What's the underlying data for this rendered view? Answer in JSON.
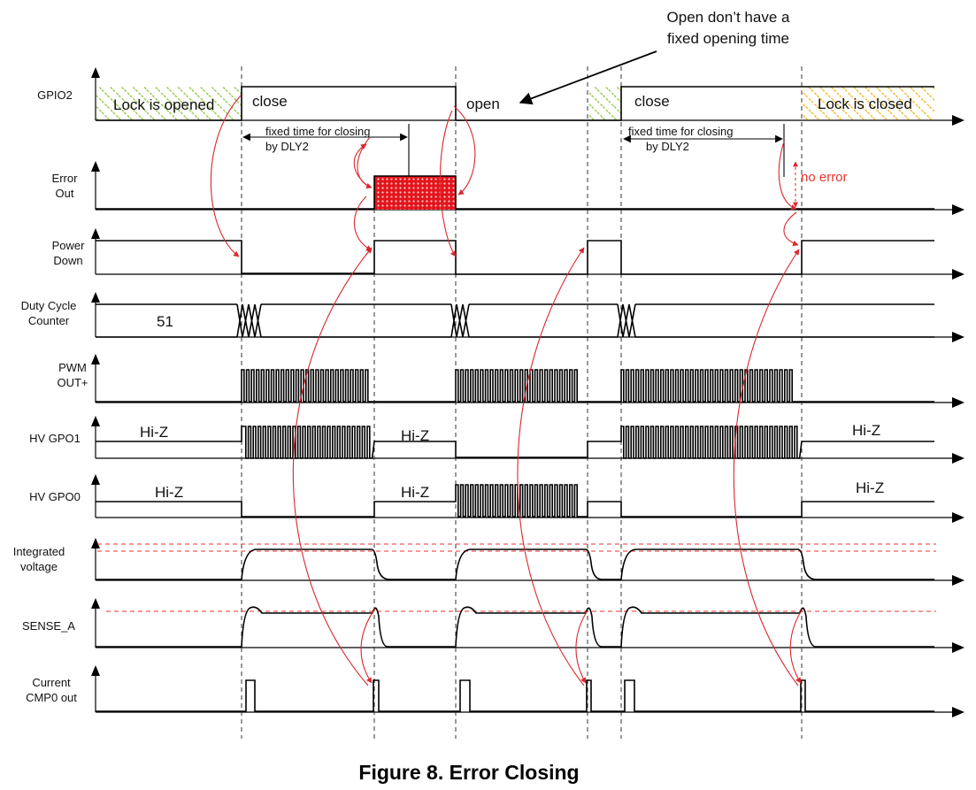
{
  "signals": [
    {
      "id": "gpio2",
      "label_lines": [
        "GPIO2"
      ]
    },
    {
      "id": "error-out",
      "label_lines": [
        "Error",
        "Out"
      ]
    },
    {
      "id": "power-down",
      "label_lines": [
        "Power",
        "Down"
      ]
    },
    {
      "id": "duty-cycle-counter",
      "label_lines": [
        "Duty Cycle",
        "Counter"
      ]
    },
    {
      "id": "pwm-out-plus",
      "label_lines": [
        "PWM",
        "OUT+"
      ]
    },
    {
      "id": "hv-gpo1",
      "label_lines": [
        "HV GPO1"
      ]
    },
    {
      "id": "hv-gpo0",
      "label_lines": [
        "HV GPO0"
      ]
    },
    {
      "id": "integrated-voltage",
      "label_lines": [
        "Integrated",
        "voltage"
      ]
    },
    {
      "id": "sense-a",
      "label_lines": [
        "SENSE_A"
      ]
    },
    {
      "id": "current-cmp0-out",
      "label_lines": [
        "Current",
        "CMP0 out"
      ]
    }
  ],
  "gpio2_states": {
    "lock_opened": "Lock is opened",
    "close_1": "close",
    "open": "open",
    "close_2": "close",
    "lock_closed": "Lock is closed"
  },
  "annotations": {
    "open_note_lines": [
      "Open don’t have a",
      "fixed opening time"
    ],
    "fixed_time_1_lines": [
      "fixed time for closing",
      "by DLY2"
    ],
    "fixed_time_2_lines": [
      "fixed time for closing",
      "by DLY2"
    ],
    "no_error": "no error",
    "duty_value": "51",
    "hiz_gpo1_a": "Hi-Z",
    "hiz_gpo1_b": "Hi-Z",
    "hiz_gpo1_c": "Hi-Z",
    "hiz_gpo0_a": "Hi-Z",
    "hiz_gpo0_b": "Hi-Z",
    "hiz_gpo0_c": "Hi-Z"
  },
  "caption": "Figure 8. Error Closing",
  "colors": {
    "red_accent": "#e8332c",
    "error_fill": "#e3141b",
    "green_hatch": "#8cc63f",
    "yellow_hatch": "#f2b51a"
  }
}
